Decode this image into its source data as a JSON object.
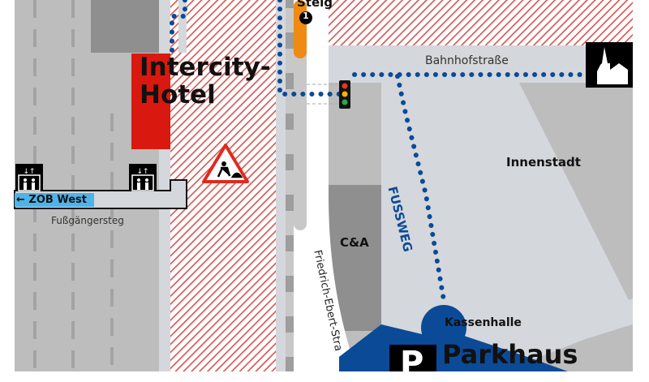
{
  "map": {
    "labels": {
      "hotel_line1": "Intercity-",
      "hotel_line2": "Hotel",
      "steig": "Steig",
      "steig_number": "1",
      "bahnhofstrasse": "Bahnhofstraße",
      "innenstadt": "Innenstadt",
      "fussweg": "FUSSWEG",
      "zob_west": "ZOB West",
      "fussgaengersteg": "Fußgängersteg",
      "c_and_a": "C&A",
      "friedrich_ebert": "Friedrich-Ebert-Stra",
      "kassenhalle": "Kassenhalle",
      "parkhaus": "Parkhaus",
      "parking_symbol": "P"
    },
    "icons": [
      "elevator-icon",
      "construction-warning-icon",
      "traffic-light-icon",
      "church-icon",
      "arrow-left-icon",
      "parking-icon"
    ],
    "colors": {
      "hotel": "#d9190f",
      "path": "#0b4a96",
      "steig": "#ef8a12",
      "zob": "#4fb3e8",
      "hatch": "#d9534f"
    }
  }
}
